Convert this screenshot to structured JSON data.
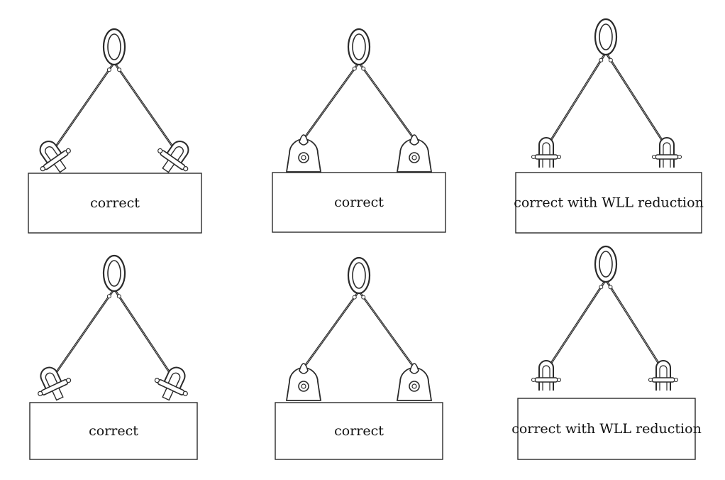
{
  "colors": {
    "ink": "#2a2a2a",
    "background": "#ffffff"
  },
  "panels": [
    {
      "label": "correct",
      "attachment": "bow-shackle"
    },
    {
      "label": "correct",
      "attachment": "lifting-lug-with-thimble"
    },
    {
      "label": "correct with WLL reduction",
      "attachment": "vertical-shackle"
    },
    {
      "label": "correct",
      "attachment": "bow-shackle-angled"
    },
    {
      "label": "correct",
      "attachment": "lifting-lug-with-thimble"
    },
    {
      "label": "correct with WLL reduction",
      "attachment": "vertical-bow-shackle"
    }
  ]
}
